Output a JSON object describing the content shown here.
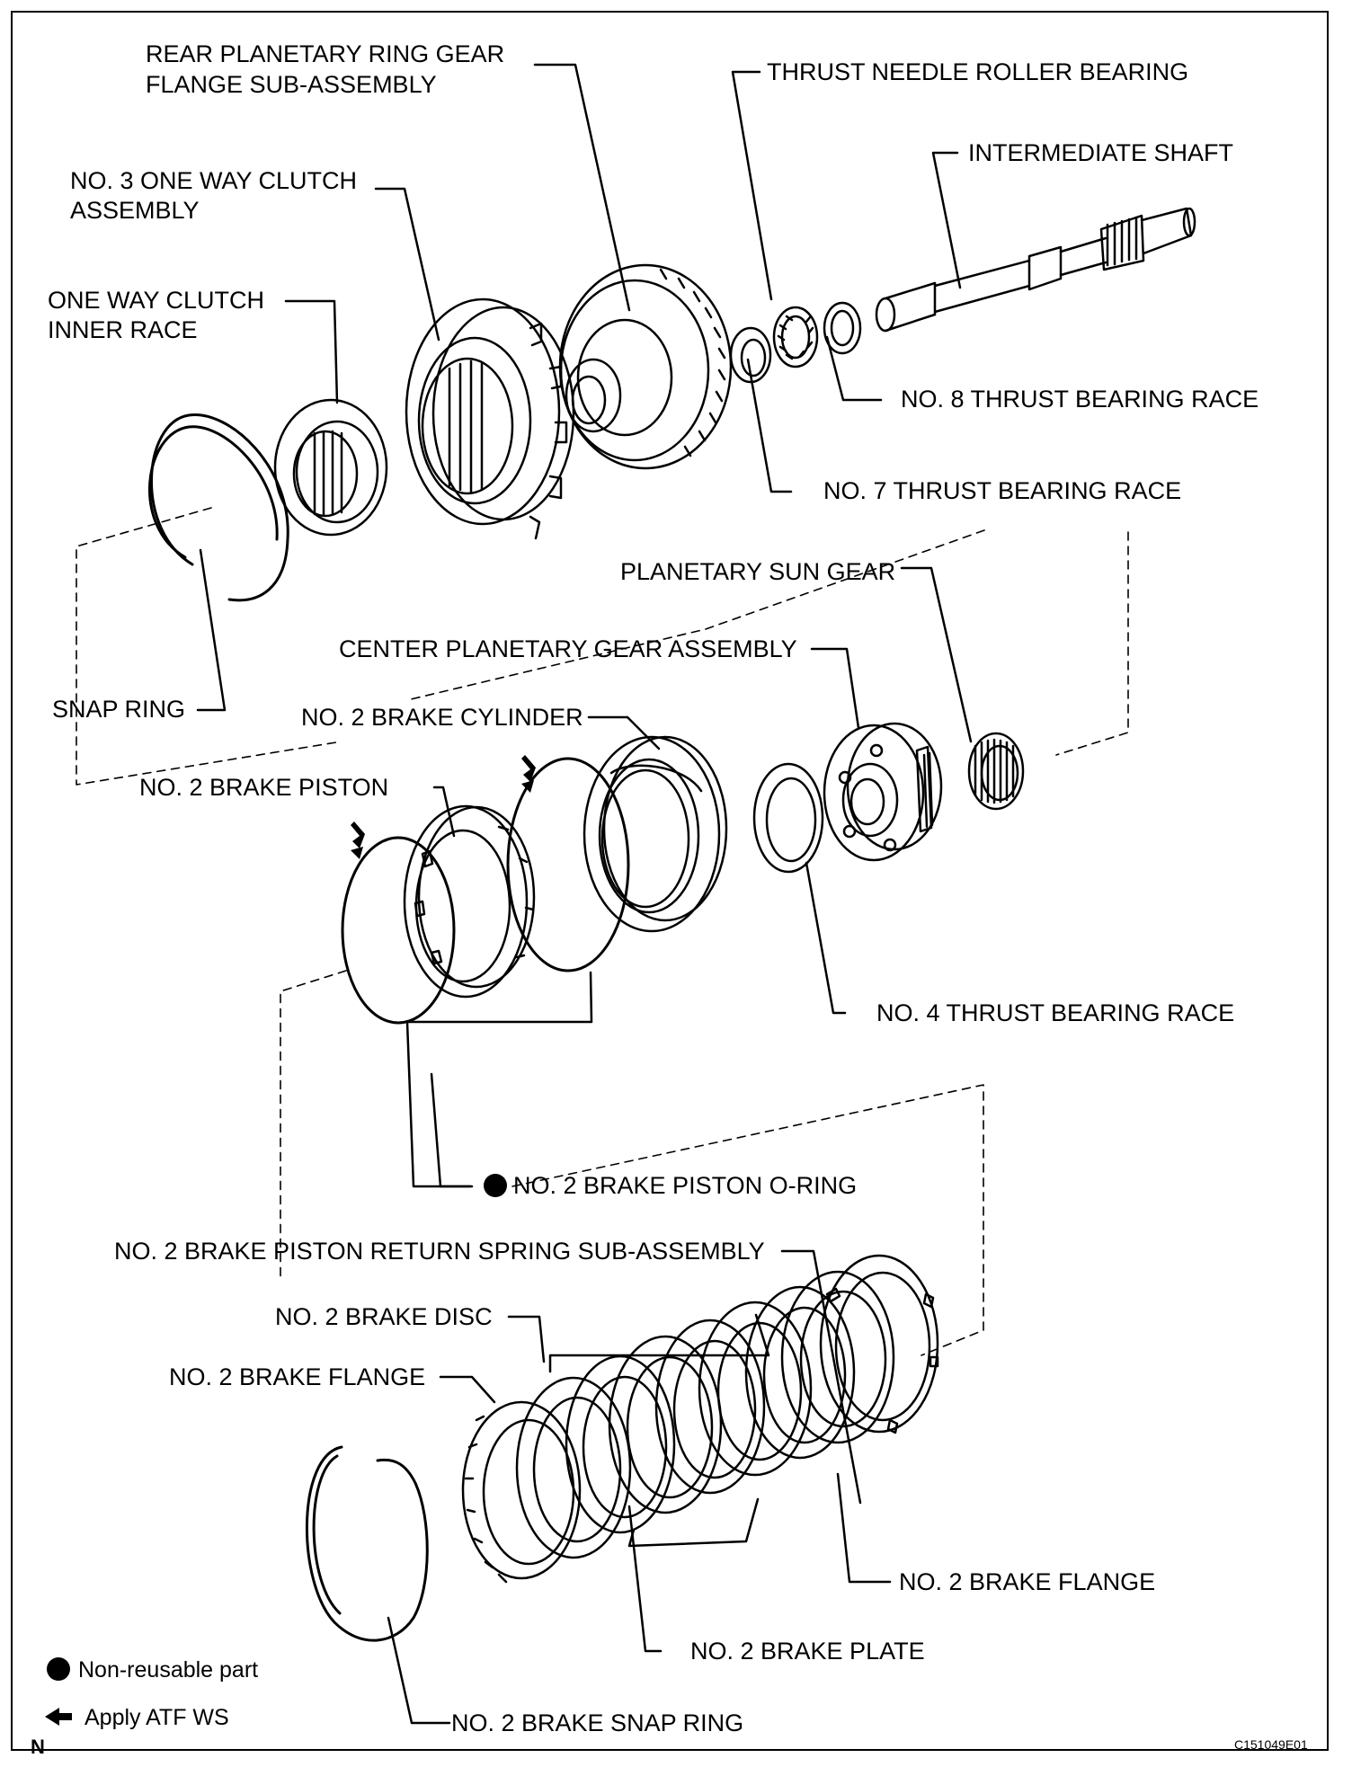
{
  "labels": {
    "rear_planetary_ring_gear_1": "REAR PLANETARY RING GEAR",
    "rear_planetary_ring_gear_2": "FLANGE SUB-ASSEMBLY",
    "thrust_needle_roller_bearing": "THRUST NEEDLE ROLLER BEARING",
    "intermediate_shaft": "INTERMEDIATE SHAFT",
    "one_way_clutch_assembly_1": "NO. 3 ONE WAY CLUTCH",
    "one_way_clutch_assembly_2": "ASSEMBLY",
    "inner_race_1": "ONE WAY CLUTCH",
    "inner_race_2": "INNER RACE",
    "no8_race": "NO. 8 THRUST BEARING RACE",
    "no7_race": "NO. 7 THRUST BEARING RACE",
    "sun_gear": "PLANETARY SUN GEAR",
    "center_planetary": "CENTER PLANETARY GEAR ASSEMBLY",
    "snap_ring": "SNAP RING",
    "brake_cylinder": "NO. 2 BRAKE CYLINDER",
    "brake_piston": "NO. 2 BRAKE PISTON",
    "no4_race": "NO. 4 THRUST BEARING RACE",
    "piston_oring": "NO. 2 BRAKE PISTON O-RING",
    "return_spring": "NO. 2 BRAKE PISTON RETURN SPRING SUB-ASSEMBLY",
    "brake_disc": "NO. 2 BRAKE DISC",
    "brake_flange_left": "NO. 2 BRAKE FLANGE",
    "brake_flange_right": "NO. 2 BRAKE FLANGE",
    "brake_plate": "NO. 2 BRAKE PLATE",
    "brake_snap_ring": "NO. 2 BRAKE SNAP RING"
  },
  "legend": {
    "non_reusable": "Non-reusable part",
    "apply_atf": "Apply ATF WS"
  },
  "corner_mark": "N",
  "figure_code": "C151049E01"
}
